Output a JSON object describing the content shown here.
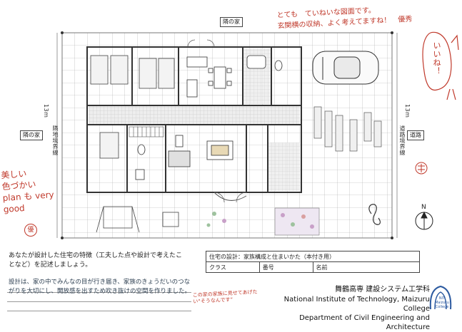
{
  "labels": {
    "neighbor_top": "隣の家",
    "neighbor_left": "隣の家",
    "road_right": "道路",
    "boundary_left": "隣地境界線",
    "boundary_right": "道路境界線",
    "dim_13m": "13m",
    "north": "N"
  },
  "teacher_comments": {
    "top_line1": "とても　ていねいな図面です。",
    "top_line2": "玄関横の収納、よく考えてますね！　優秀",
    "bubble": "いいね！",
    "left_line1": "美しい",
    "left_line2": "色づかい",
    "left_line3": "plan も very",
    "left_line4": "good",
    "mark": "優",
    "reply": "この家の家族に見せてあげたい“そうなんです”"
  },
  "instructions": "あなたが設計した住宅の特徴（工夫した点や設計で考えたことなど）を記述しましょう。",
  "student_answer": "設計は、家の中でみんなの目が行き届き、家族のきょうだいのつながりを大切にし、開放感を出すため吹き抜けの空間を作りました。",
  "info_table": {
    "row1": "住宅の設計：家族構成と住まいかた（本付き用）",
    "class_label": "クラス",
    "number_label": "番号",
    "name_label": "名前"
  },
  "school": {
    "jp": "舞鶴高専 建設システム工学科",
    "en1": "National Institute of Technology, Maizuru College",
    "en2": "Department of Civil Engineering and Architecture"
  },
  "logo_text": "NIT Maizuru College",
  "colors": {
    "ink": "#222222",
    "grid": "#9a9a9a",
    "red_pen": "#c0392b",
    "tile": "#d8d8d8",
    "floor": "#cfcfcf"
  }
}
